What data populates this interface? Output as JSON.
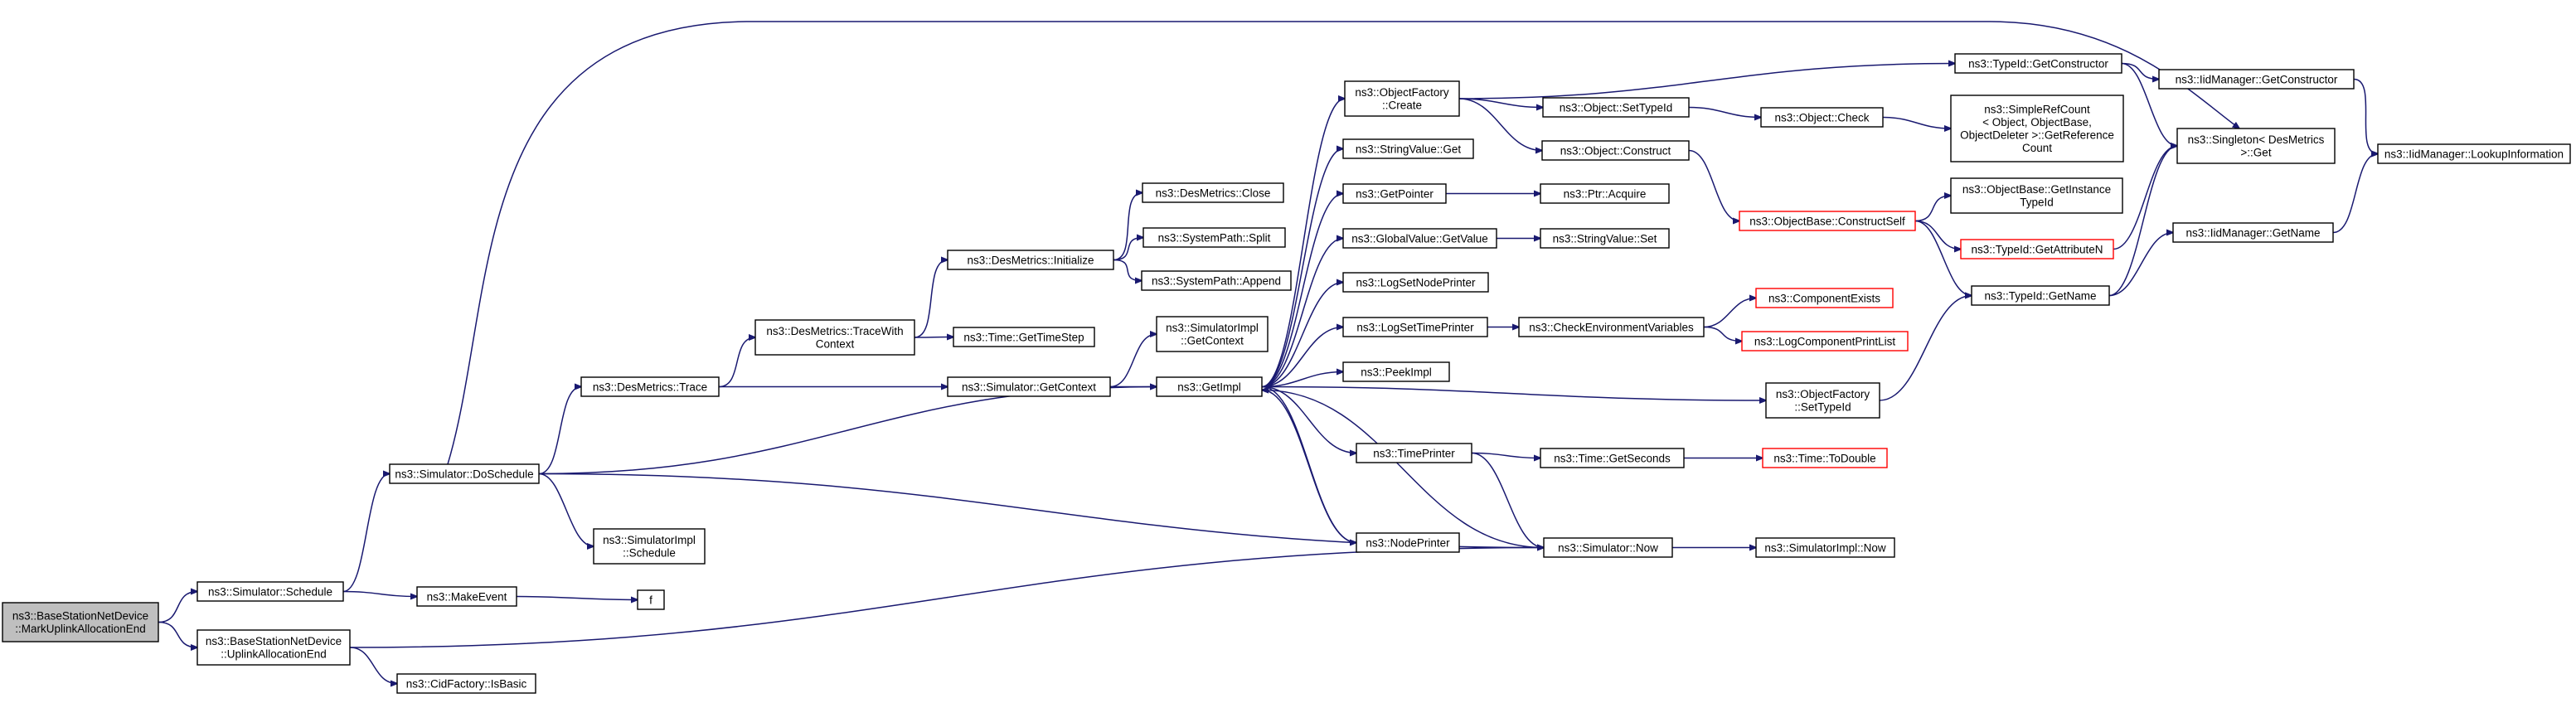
{
  "colors": {
    "edge": "#191970",
    "normal_border": "#000000",
    "truncated_border": "#ff0000",
    "root_fill": "#bfbfbf",
    "node_fill": "#ffffff"
  },
  "nodes": [
    {
      "id": "root",
      "lines": [
        "ns3::BaseStationNetDevice",
        "::MarkUplinkAllocationEnd"
      ],
      "style": "root"
    },
    {
      "id": "schedule",
      "lines": [
        "ns3::Simulator::Schedule"
      ],
      "style": "normal"
    },
    {
      "id": "uplink_end",
      "lines": [
        "ns3::BaseStationNetDevice",
        "::UplinkAllocationEnd"
      ],
      "style": "normal"
    },
    {
      "id": "doschedule",
      "lines": [
        "ns3::Simulator::DoSchedule"
      ],
      "style": "normal"
    },
    {
      "id": "makeevent",
      "lines": [
        "ns3::MakeEvent"
      ],
      "style": "normal"
    },
    {
      "id": "cid_isbasic",
      "lines": [
        "ns3::CidFactory::IsBasic"
      ],
      "style": "normal"
    },
    {
      "id": "des_trace",
      "lines": [
        "ns3::DesMetrics::Trace"
      ],
      "style": "normal"
    },
    {
      "id": "simimpl_schedule",
      "lines": [
        "ns3::SimulatorImpl",
        "::Schedule"
      ],
      "style": "normal"
    },
    {
      "id": "f",
      "lines": [
        "f"
      ],
      "style": "normal"
    },
    {
      "id": "trace_with_ctx",
      "lines": [
        "ns3::DesMetrics::TraceWith",
        "Context"
      ],
      "style": "normal"
    },
    {
      "id": "des_init",
      "lines": [
        "ns3::DesMetrics::Initialize"
      ],
      "style": "normal"
    },
    {
      "id": "time_getstep",
      "lines": [
        "ns3::Time::GetTimeStep"
      ],
      "style": "normal"
    },
    {
      "id": "sim_getctx",
      "lines": [
        "ns3::Simulator::GetContext"
      ],
      "style": "normal"
    },
    {
      "id": "des_close",
      "lines": [
        "ns3::DesMetrics::Close"
      ],
      "style": "normal"
    },
    {
      "id": "sp_split",
      "lines": [
        "ns3::SystemPath::Split"
      ],
      "style": "normal"
    },
    {
      "id": "sp_append",
      "lines": [
        "ns3::SystemPath::Append"
      ],
      "style": "normal"
    },
    {
      "id": "simimpl_getctx",
      "lines": [
        "ns3::SimulatorImpl",
        "::GetContext"
      ],
      "style": "normal"
    },
    {
      "id": "getimpl",
      "lines": [
        "ns3::GetImpl"
      ],
      "style": "normal"
    },
    {
      "id": "of_create",
      "lines": [
        "ns3::ObjectFactory",
        "::Create"
      ],
      "style": "normal"
    },
    {
      "id": "sv_get",
      "lines": [
        "ns3::StringValue::Get"
      ],
      "style": "normal"
    },
    {
      "id": "getpointer",
      "lines": [
        "ns3::GetPointer"
      ],
      "style": "normal"
    },
    {
      "id": "gv_getvalue",
      "lines": [
        "ns3::GlobalValue::GetValue"
      ],
      "style": "normal"
    },
    {
      "id": "log_nodeprinter",
      "lines": [
        "ns3::LogSetNodePrinter"
      ],
      "style": "normal"
    },
    {
      "id": "log_timeprinter",
      "lines": [
        "ns3::LogSetTimePrinter"
      ],
      "style": "normal"
    },
    {
      "id": "peekimpl",
      "lines": [
        "ns3::PeekImpl"
      ],
      "style": "normal"
    },
    {
      "id": "timeprinter",
      "lines": [
        "ns3::TimePrinter"
      ],
      "style": "normal"
    },
    {
      "id": "nodeprinter",
      "lines": [
        "ns3::NodePrinter"
      ],
      "style": "normal"
    },
    {
      "id": "obj_settypeid",
      "lines": [
        "ns3::Object::SetTypeId"
      ],
      "style": "normal"
    },
    {
      "id": "obj_construct",
      "lines": [
        "ns3::Object::Construct"
      ],
      "style": "normal"
    },
    {
      "id": "ptr_acquire",
      "lines": [
        "ns3::Ptr::Acquire"
      ],
      "style": "normal"
    },
    {
      "id": "sv_set",
      "lines": [
        "ns3::StringValue::Set"
      ],
      "style": "normal"
    },
    {
      "id": "check_env",
      "lines": [
        "ns3::CheckEnvironmentVariables"
      ],
      "style": "normal"
    },
    {
      "id": "time_getseconds",
      "lines": [
        "ns3::Time::GetSeconds"
      ],
      "style": "normal"
    },
    {
      "id": "sim_now",
      "lines": [
        "ns3::Simulator::Now"
      ],
      "style": "normal"
    },
    {
      "id": "tid_getctor",
      "lines": [
        "ns3::TypeId::GetConstructor"
      ],
      "style": "normal"
    },
    {
      "id": "obj_check",
      "lines": [
        "ns3::Object::Check"
      ],
      "style": "normal"
    },
    {
      "id": "objbase_constructself",
      "lines": [
        "ns3::ObjectBase::ConstructSelf"
      ],
      "style": "truncated"
    },
    {
      "id": "component_exists",
      "lines": [
        "ns3::ComponentExists"
      ],
      "style": "truncated"
    },
    {
      "id": "log_component_printlist",
      "lines": [
        "ns3::LogComponentPrintList"
      ],
      "style": "truncated"
    },
    {
      "id": "of_settypeid",
      "lines": [
        "ns3::ObjectFactory",
        "::SetTypeId"
      ],
      "style": "normal"
    },
    {
      "id": "time_todouble",
      "lines": [
        "ns3::Time::ToDouble"
      ],
      "style": "truncated"
    },
    {
      "id": "simimpl_now",
      "lines": [
        "ns3::SimulatorImpl::Now"
      ],
      "style": "normal"
    },
    {
      "id": "simple_refcount",
      "lines": [
        "ns3::SimpleRefCount",
        "< Object, ObjectBase,",
        "ObjectDeleter >::GetReference",
        "Count"
      ],
      "style": "normal"
    },
    {
      "id": "objbase_getinstance",
      "lines": [
        "ns3::ObjectBase::GetInstance",
        "TypeId"
      ],
      "style": "normal"
    },
    {
      "id": "tid_getattributen",
      "lines": [
        "ns3::TypeId::GetAttributeN"
      ],
      "style": "truncated"
    },
    {
      "id": "tid_getname",
      "lines": [
        "ns3::TypeId::GetName"
      ],
      "style": "normal"
    },
    {
      "id": "iidm_getctor",
      "lines": [
        "ns3::IidManager::GetConstructor"
      ],
      "style": "normal"
    },
    {
      "id": "singleton_get",
      "lines": [
        "ns3::Singleton< DesMetrics",
        " >::Get"
      ],
      "style": "normal"
    },
    {
      "id": "iidm_getname",
      "lines": [
        "ns3::IidManager::GetName"
      ],
      "style": "normal"
    },
    {
      "id": "iidm_lookup",
      "lines": [
        "ns3::IidManager::LookupInformation"
      ],
      "style": "normal"
    }
  ],
  "edges": [
    [
      "root",
      "schedule"
    ],
    [
      "root",
      "uplink_end"
    ],
    [
      "schedule",
      "doschedule"
    ],
    [
      "schedule",
      "makeevent"
    ],
    [
      "uplink_end",
      "sim_now"
    ],
    [
      "uplink_end",
      "cid_isbasic"
    ],
    [
      "doschedule",
      "des_trace"
    ],
    [
      "doschedule",
      "getimpl"
    ],
    [
      "doschedule",
      "simimpl_schedule"
    ],
    [
      "doschedule",
      "sim_now"
    ],
    [
      "doschedule",
      "singleton_get"
    ],
    [
      "makeevent",
      "f"
    ],
    [
      "des_trace",
      "trace_with_ctx"
    ],
    [
      "des_trace",
      "sim_getctx"
    ],
    [
      "trace_with_ctx",
      "des_init"
    ],
    [
      "trace_with_ctx",
      "time_getstep"
    ],
    [
      "des_init",
      "des_close"
    ],
    [
      "des_init",
      "sp_split"
    ],
    [
      "des_init",
      "sp_append"
    ],
    [
      "sim_getctx",
      "simimpl_getctx"
    ],
    [
      "sim_getctx",
      "getimpl"
    ],
    [
      "getimpl",
      "of_create"
    ],
    [
      "getimpl",
      "sv_get"
    ],
    [
      "getimpl",
      "getpointer"
    ],
    [
      "getimpl",
      "gv_getvalue"
    ],
    [
      "getimpl",
      "log_nodeprinter"
    ],
    [
      "getimpl",
      "log_timeprinter"
    ],
    [
      "getimpl",
      "peekimpl"
    ],
    [
      "getimpl",
      "of_settypeid"
    ],
    [
      "getimpl",
      "timeprinter"
    ],
    [
      "getimpl",
      "nodeprinter"
    ],
    [
      "of_create",
      "obj_settypeid"
    ],
    [
      "of_create",
      "obj_construct"
    ],
    [
      "of_create",
      "tid_getctor"
    ],
    [
      "obj_settypeid",
      "obj_check"
    ],
    [
      "obj_check",
      "simple_refcount"
    ],
    [
      "obj_construct",
      "objbase_constructself"
    ],
    [
      "getpointer",
      "ptr_acquire"
    ],
    [
      "gv_getvalue",
      "sv_set"
    ],
    [
      "log_timeprinter",
      "check_env"
    ],
    [
      "check_env",
      "component_exists"
    ],
    [
      "check_env",
      "log_component_printlist"
    ],
    [
      "timeprinter",
      "time_getseconds"
    ],
    [
      "timeprinter",
      "sim_now"
    ],
    [
      "time_getseconds",
      "time_todouble"
    ],
    [
      "nodeprinter",
      "getimpl"
    ],
    [
      "sim_now",
      "getimpl"
    ],
    [
      "sim_now",
      "simimpl_now"
    ],
    [
      "tid_getctor",
      "iidm_getctor"
    ],
    [
      "tid_getctor",
      "singleton_get"
    ],
    [
      "iidm_getctor",
      "iidm_lookup"
    ],
    [
      "objbase_constructself",
      "objbase_getinstance"
    ],
    [
      "objbase_constructself",
      "tid_getattributen"
    ],
    [
      "objbase_constructself",
      "tid_getname"
    ],
    [
      "of_settypeid",
      "tid_getname"
    ],
    [
      "tid_getattributen",
      "singleton_get"
    ],
    [
      "tid_getname",
      "singleton_get"
    ],
    [
      "tid_getname",
      "iidm_getname"
    ],
    [
      "iidm_getname",
      "iidm_lookup"
    ]
  ]
}
